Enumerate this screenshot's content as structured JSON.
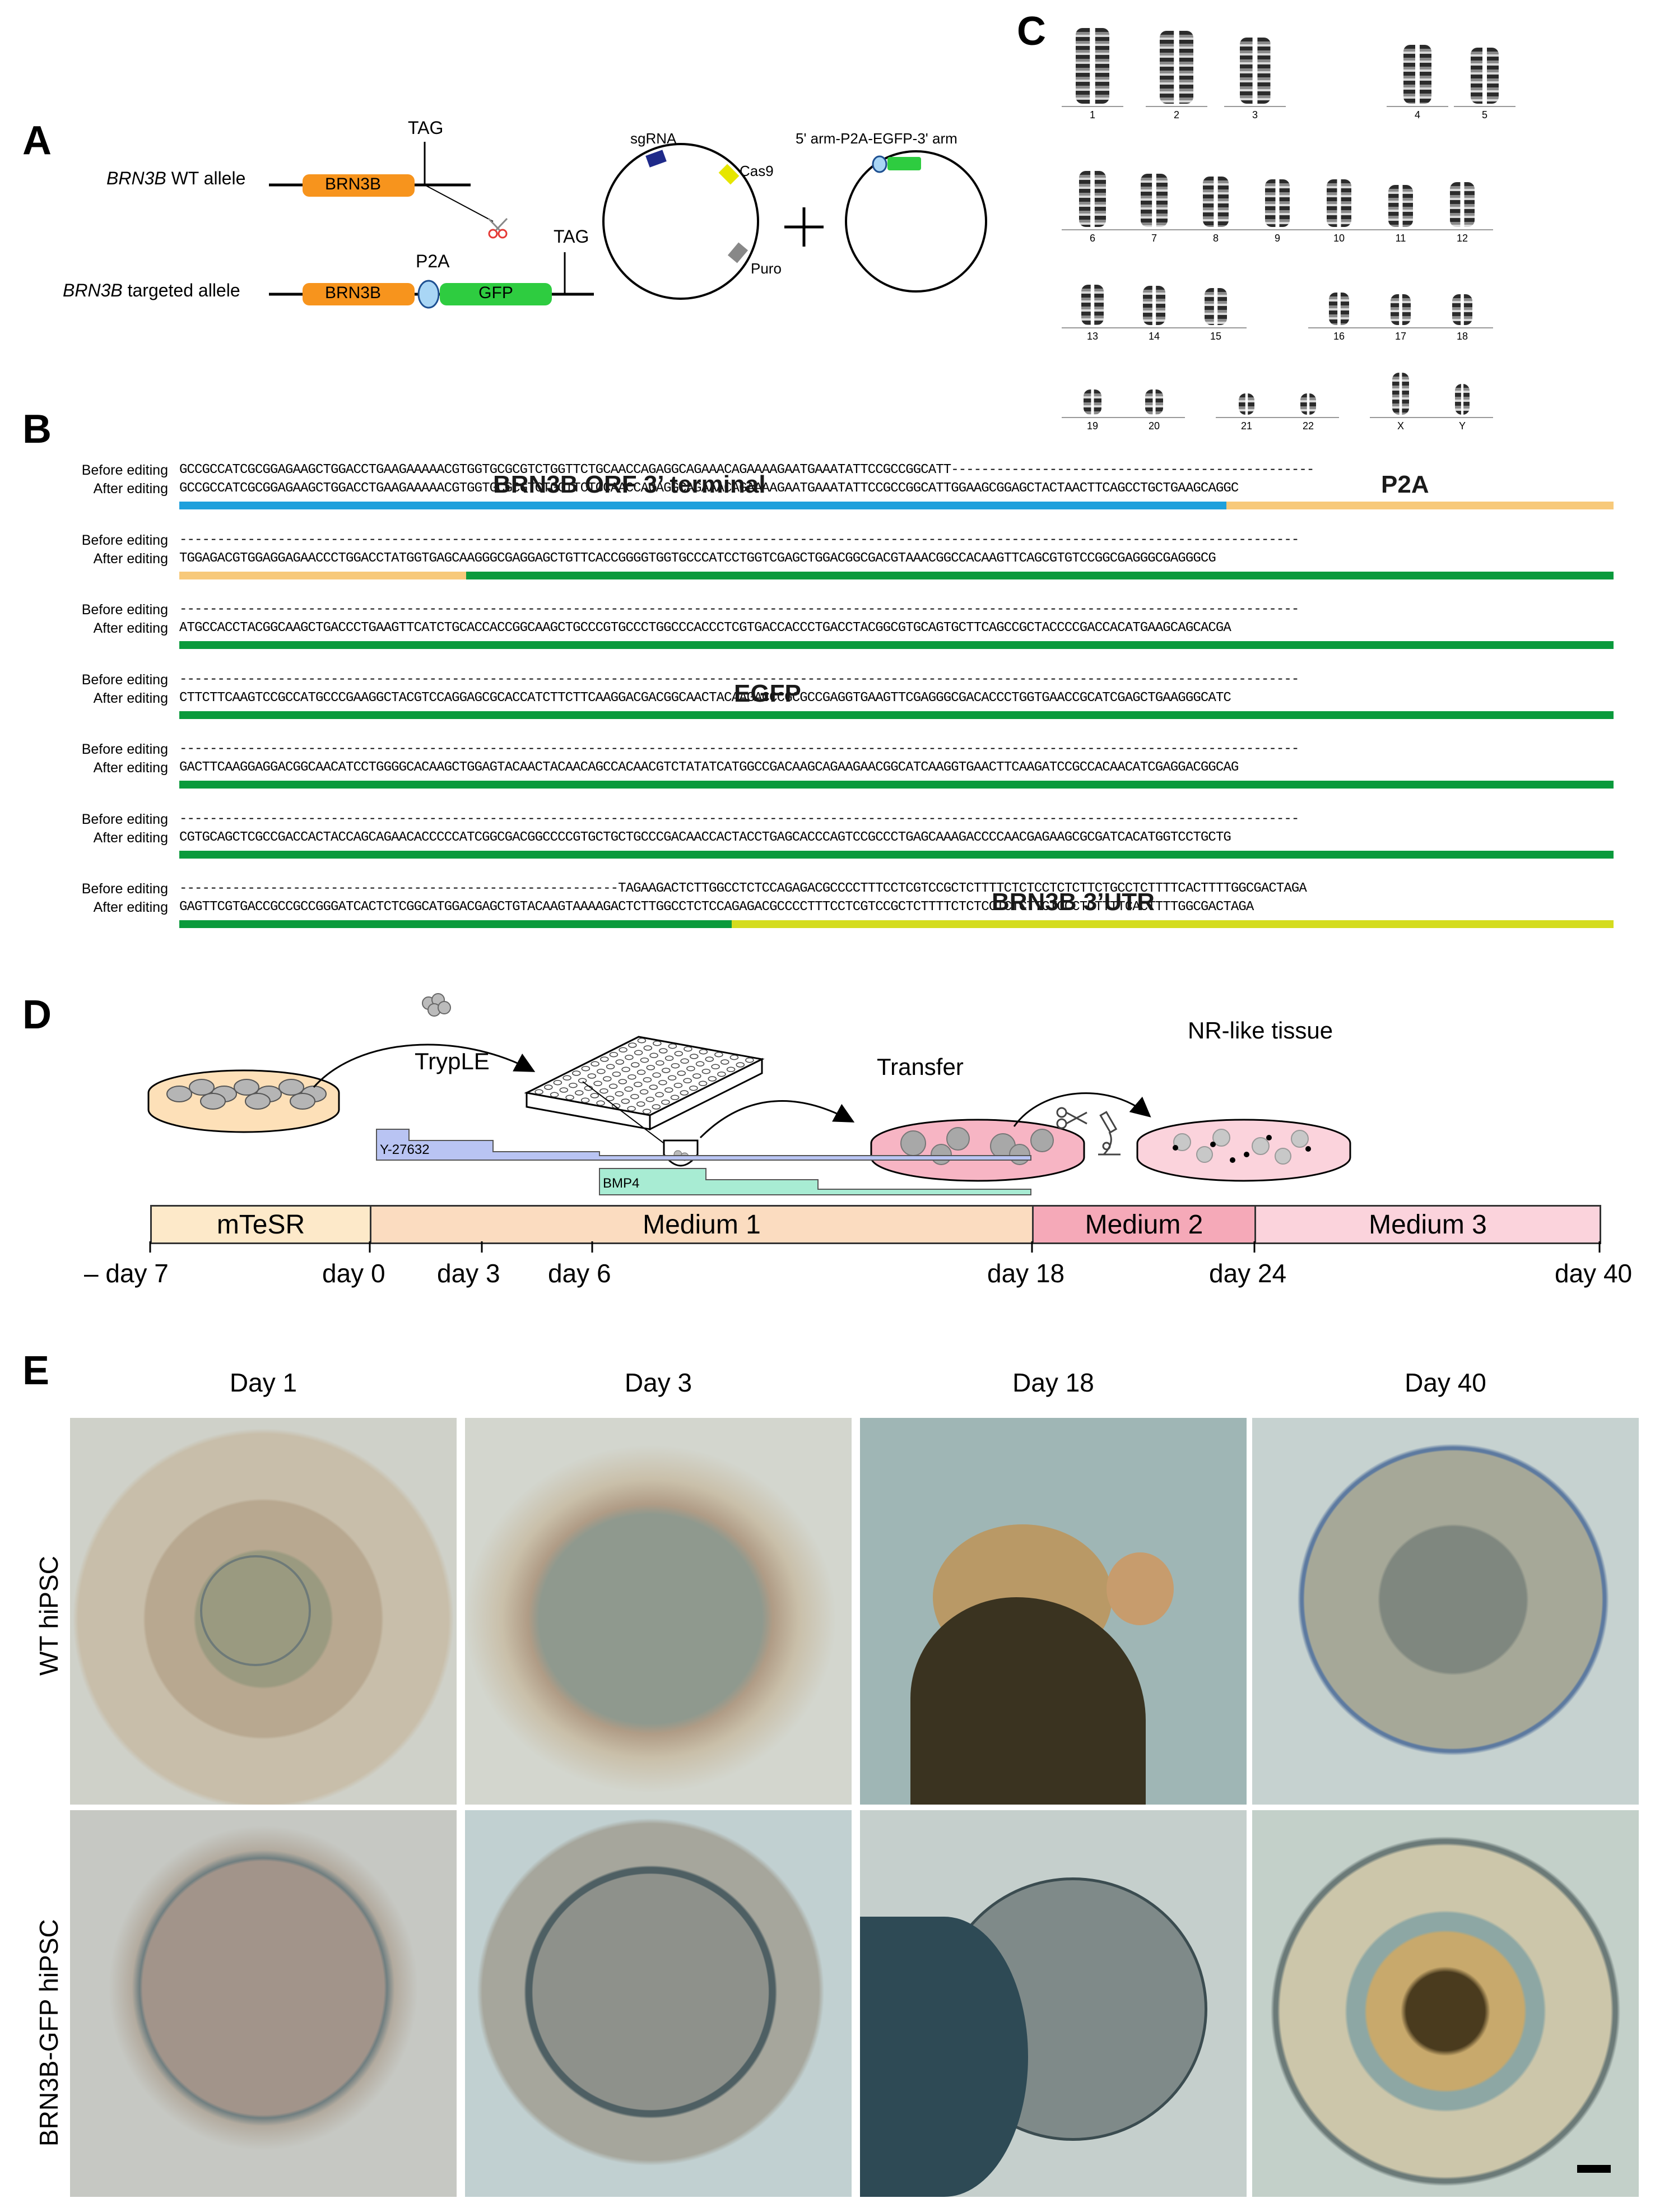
{
  "panels": {
    "a": "A",
    "b": "B",
    "c": "C",
    "d": "D",
    "e": "E"
  },
  "panel_a": {
    "wt_allele_gene": "BRN3B",
    "wt_allele_suffix": "WT allele",
    "targeted_allele_gene": "BRN3B",
    "targeted_allele_suffix": "targeted allele",
    "box_brn3b": "BRN3B",
    "box_gfp": "GFP",
    "tag_label": "TAG",
    "p2a_label": "P2A",
    "sgrna": "sgRNA",
    "cas9": "Cas9",
    "puro": "Puro",
    "donor": "5' arm-P2A-EGFP-3' arm",
    "colors": {
      "brn3b": "#f7941d",
      "gfp": "#2ecc40",
      "p2a": "#a9d6f5",
      "sgrna": "#1f2a8a",
      "cas9": "#e6e600",
      "puro": "#888888"
    }
  },
  "panel_b": {
    "before_label": "Before editing",
    "after_label": "After editing",
    "rows": [
      {
        "before": "GCCGCCATCGCGGAGAAGCTGGACCTGAAGAAAAACGTGGTGCGCGTCTGGTTCTGCAACCAGAGGCAGAAACAGAAAAGAATGAAATATTCCGCCGGCATT------------------------------------------------",
        "after": "GCCGCCATCGCGGAGAAGCTGGACCTGAAGAAAAACGTGGTGCGCGTCTGGTTCTGCAACCAGAGGCAGAAACAGAAAAGAATGAAATATTCCGCCGGCATTGGAAGCGGAGCTACTAACTTCAGCCTGCTGAAGCAGGC"
      },
      {
        "before": "----------------------------------------------------------------------------------------------------------------------------------------------------",
        "after": "TGGAGACGTGGAGGAGAACCCTGGACCTATGGTGAGCAAGGGCGAGGAGCTGTTCACCGGGGTGGTGCCCATCCTGGTCGAGCTGGACGGCGACGTAAACGGCCACAAGTTCAGCGTGTCCGGCGAGGGCGAGGGCG"
      },
      {
        "before": "----------------------------------------------------------------------------------------------------------------------------------------------------",
        "after": "ATGCCACCTACGGCAAGCTGACCCTGAAGTTCATCTGCACCACCGGCAAGCTGCCCGTGCCCTGGCCCACCCTCGTGACCACCCTGACCTACGGCGTGCAGTGCTTCAGCCGCTACCCCGACCACATGAAGCAGCACGA"
      },
      {
        "before": "----------------------------------------------------------------------------------------------------------------------------------------------------",
        "after": "CTTCTTCAAGTCCGCCATGCCCGAAGGCTACGTCCAGGAGCGCACCATCTTCTTCAAGGACGACGGCAACTACAAGACCCGCGCCGAGGTGAAGTTCGAGGGCGACACCCTGGTGAACCGCATCGAGCTGAAGGGCATC"
      },
      {
        "before": "----------------------------------------------------------------------------------------------------------------------------------------------------",
        "after": "GACTTCAAGGAGGACGGCAACATCCTGGGGCACAAGCTGGAGTACAACTACAACAGCCACAACGTCTATATCATGGCCGACAAGCAGAAGAACGGCATCAAGGTGAACTTCAAGATCCGCCACAACATCGAGGACGGCAG"
      },
      {
        "before": "----------------------------------------------------------------------------------------------------------------------------------------------------",
        "after": "CGTGCAGCTCGCCGACCACTACCAGCAGAACACCCCCATCGGCGACGGCCCCGTGCTGCTGCCCGACAACCACTACCTGAGCACCCAGTCCGCCCTGAGCAAAGACCCCAACGAGAAGCGCGATCACATGGTCCTGCTG"
      },
      {
        "before": "----------------------------------------------------------TAGAAGACTCTTGGCCTCTCCAGAGACGCCCCTTTCCTCGTCCGCTCTTTTCTCTCCTCTCTTCTGCCTCTTTTCACTTTTGGCGACTAGA",
        "after": "GAGTTCGTGACCGCCGCCGGGATCACTCTCGGCATGGACGAGCTGTACAAGTAAAAGACTCTTGGCCTCTCCAGAGACGCCCCTTTCCTCGTCCGCTCTTTTCTCTCCTCTCTTCTGCCTCTTTTCACTTTTGGCGACTAGA"
      }
    ],
    "features": {
      "orf": "BRN3B ORF 3’ terminal",
      "p2a": "P2A",
      "egfp": "EGFP",
      "utr": "BRN3B 3’UTR"
    },
    "colors": {
      "orf": "#1ea0dc",
      "p2a": "#f7c97a",
      "egfp": "#0a9a3c",
      "utr": "#d4dc1e"
    }
  },
  "panel_c": {
    "chromosomes": [
      "1",
      "2",
      "3",
      "4",
      "5",
      "6",
      "7",
      "8",
      "9",
      "10",
      "11",
      "12",
      "13",
      "14",
      "15",
      "16",
      "17",
      "18",
      "19",
      "20",
      "21",
      "22",
      "X",
      "Y"
    ]
  },
  "panel_d": {
    "tryple": "TrypLE",
    "transfer": "Transfer",
    "nr_tissue": "NR-like tissue",
    "y27632": "Y-27632",
    "bmp4": "BMP4",
    "stages": [
      "mTeSR",
      "Medium 1",
      "Medium 2",
      "Medium 3"
    ],
    "days": [
      "– day 7",
      "day 0",
      "day 3",
      "day 6",
      "day 18",
      "day 24",
      "day 40"
    ],
    "colors": {
      "mtesr": "#fde9c9",
      "medium1": "#fbdcc0",
      "medium2": "#f5a9b8",
      "medium3": "#fbd3dc",
      "y27632": "#b9c4f3",
      "bmp4": "#a8ecd3"
    }
  },
  "panel_e": {
    "columns": [
      "Day 1",
      "Day 3",
      "Day 18",
      "Day 40"
    ],
    "rows": [
      "WT hiPSC",
      "BRN3B-GFP hiPSC"
    ]
  }
}
